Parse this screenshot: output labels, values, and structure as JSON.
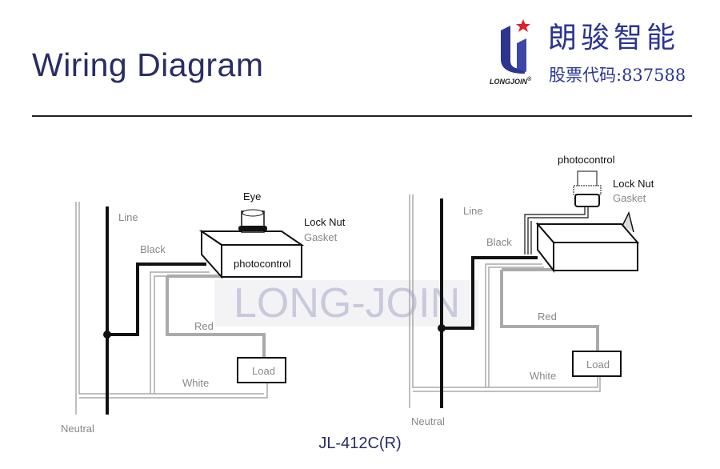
{
  "header": {
    "title": "Wiring Diagram"
  },
  "logo": {
    "brand_cn": "朗骏智能",
    "stock_code": "股票代码:837588",
    "brand_en": "LONGJOIN",
    "registered": "®"
  },
  "watermark": "LONG-JOIN",
  "left_diagram": {
    "eye": "Eye",
    "lock_nut": "Lock Nut",
    "gasket": "Gasket",
    "photocontrol": "photocontrol",
    "line": "Line",
    "black": "Black",
    "red": "Red",
    "white": "White",
    "load": "Load",
    "neutral": "Neutral"
  },
  "right_diagram": {
    "photocontrol": "photocontrol",
    "lock_nut": "Lock Nut",
    "gasket": "Gasket",
    "line": "Line",
    "black": "Black",
    "red": "Red",
    "white": "White",
    "load": "Load",
    "neutral": "Neutral"
  },
  "footer": {
    "model": "JL-412C(R)"
  },
  "colors": {
    "title": "#2a2d64",
    "brand": "#2c3590",
    "star": "#e0202a",
    "wire_grey": "#a8a8a8"
  }
}
